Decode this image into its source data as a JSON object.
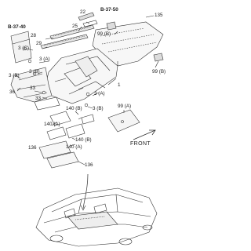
{
  "refs": {
    "b3740": "B-37-40",
    "b3750": "B-37-50"
  },
  "labels": {
    "l22": "22",
    "l25": "25",
    "l28": "28",
    "l29": "29",
    "l3c": "3 (C)",
    "l3a_1": "3 (A)",
    "l3b_1": "3 (B)",
    "l3b_2": "3 (B)",
    "l33_1": "33",
    "l33_2": "33",
    "l36": "36",
    "l3a_2": "3 (A)",
    "l3b_3": "3 (B)",
    "l1": "1",
    "l99b_1": "99 (B)",
    "l135": "135",
    "l99b_2": "99 (B)",
    "l99a": "99 (A)",
    "l140b_1": "140 (B)",
    "l140a_1": "140 (A)",
    "l140b_2": "140 (B)",
    "l140a_2": "140 (A)",
    "l136_1": "136",
    "l136_2": "136"
  },
  "front": "FRONT"
}
